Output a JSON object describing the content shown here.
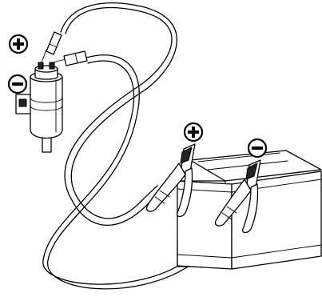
{
  "diagram": {
    "components": [
      "pump",
      "battery",
      "clamp-positive",
      "clamp-negative",
      "wire-positive",
      "wire-negative"
    ],
    "symbols": {
      "positive": "plus-sign-icon",
      "negative": "minus-sign-icon"
    },
    "colors": {
      "line": "#000000",
      "background": "#ffffff",
      "clamp_jaw": "#222222"
    }
  }
}
